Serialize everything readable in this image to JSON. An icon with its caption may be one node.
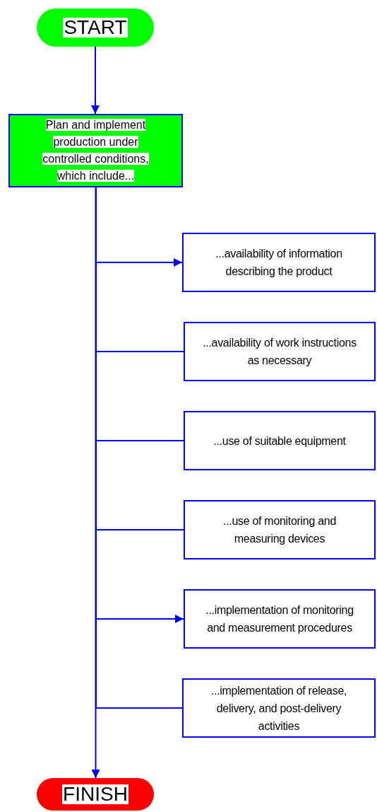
{
  "diagram": {
    "nodes": [
      {
        "text": [
          "START"
        ]
      },
      {
        "text": [
          "Plan and implement production under controlled conditions, which include..."
        ]
      },
      {
        "text": [
          "...availability of information describing the product"
        ]
      },
      {
        "text": [
          "...availability of work instructions as necessary"
        ]
      },
      {
        "text": [
          "...use of suitable equipment"
        ]
      },
      {
        "text": [
          "...use of monitoring and measuring devices"
        ]
      },
      {
        "text": [
          "...implementation of monitoring and measurement procedures"
        ]
      },
      {
        "text": [
          "...implementation of release, delivery, and post-delivery activities"
        ]
      },
      {
        "text": [
          "FINISH"
        ]
      }
    ],
    "edges": [
      {
        "from": 0,
        "to": 1,
        "arrow": "to"
      },
      {
        "from": 1,
        "to": 2,
        "arrow": "to"
      },
      {
        "from": 1,
        "to": 3,
        "arrow": "none"
      },
      {
        "from": 1,
        "to": 4,
        "arrow": "none"
      },
      {
        "from": 1,
        "to": 5,
        "arrow": "none"
      },
      {
        "from": 1,
        "to": 6,
        "arrow": "to"
      },
      {
        "from": 1,
        "to": 7,
        "arrow": "none"
      },
      {
        "from": 1,
        "to": 8,
        "arrow": "to"
      }
    ]
  }
}
